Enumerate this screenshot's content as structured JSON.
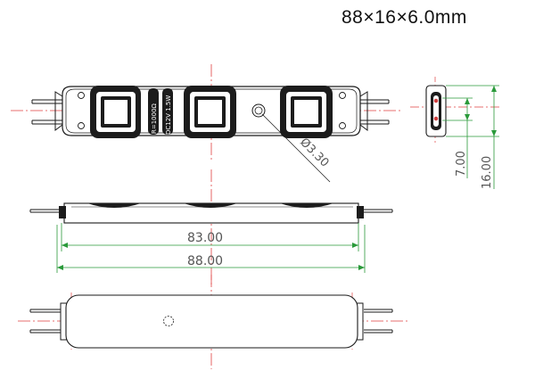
{
  "header": {
    "size_label": "88×16×6.0mm"
  },
  "dimensions": {
    "hole_diameter": "Ø3.30",
    "inner_length": "83.00",
    "overall_length": "88.00",
    "pin_spacing": "7.00",
    "overall_width": "16.00"
  },
  "module": {
    "resistor_text": "R=1000Ω",
    "voltage_text": "DC12V 1.5W"
  },
  "colors": {
    "outline": "#1a1a1a",
    "centerline": "#e04040",
    "dimension_line": "#2a9a3a",
    "dimension_text": "#555555"
  }
}
